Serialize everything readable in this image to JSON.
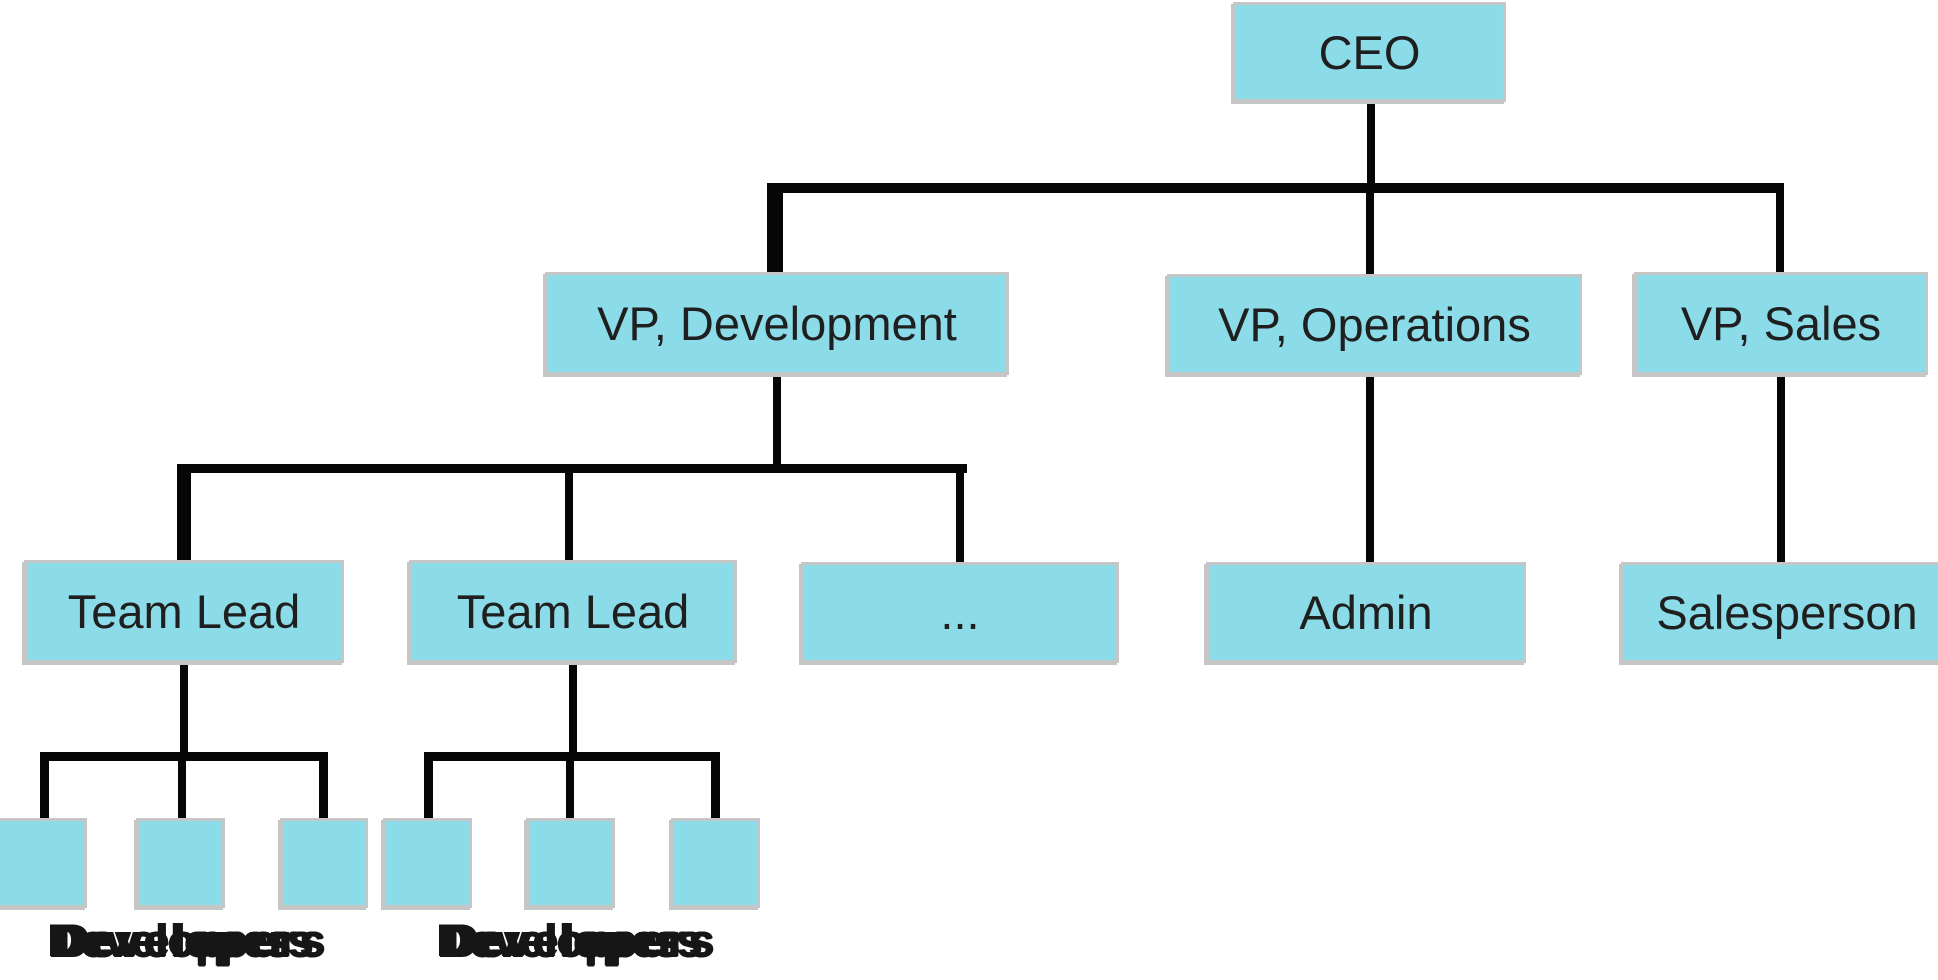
{
  "diagram_type": "organizational-chart",
  "colors": {
    "background": "#ffffff",
    "box_fill": "#8bdce8",
    "box_border": "#c6c6c6",
    "line": "#060606",
    "text": "#1f1f1f"
  },
  "nodes": {
    "ceo": {
      "label": "CEO"
    },
    "vp_development": {
      "label": "VP, Development"
    },
    "vp_operations": {
      "label": "VP, Operations"
    },
    "vp_sales": {
      "label": "VP, Sales"
    },
    "team_lead_1": {
      "label": "Team Lead"
    },
    "team_lead_2": {
      "label": "Team Lead"
    },
    "more": {
      "label": "..."
    },
    "admin": {
      "label": "Admin"
    },
    "salesperson": {
      "label": "Salesperson"
    }
  },
  "group_captions": {
    "developers_group_1": "Developers",
    "developers_group_2": "Developers"
  },
  "hierarchy": {
    "CEO": [
      "VP, Development",
      "VP, Operations",
      "VP, Sales"
    ],
    "VP, Development": [
      "Team Lead",
      "Team Lead",
      "..."
    ],
    "VP, Operations": [
      "Admin"
    ],
    "VP, Sales": [
      "Salesperson"
    ],
    "Team Lead #1": {
      "unlabeled_boxes": 3,
      "caption": "Developers"
    },
    "Team Lead #2": {
      "unlabeled_boxes": 3,
      "caption": "Developers"
    }
  }
}
